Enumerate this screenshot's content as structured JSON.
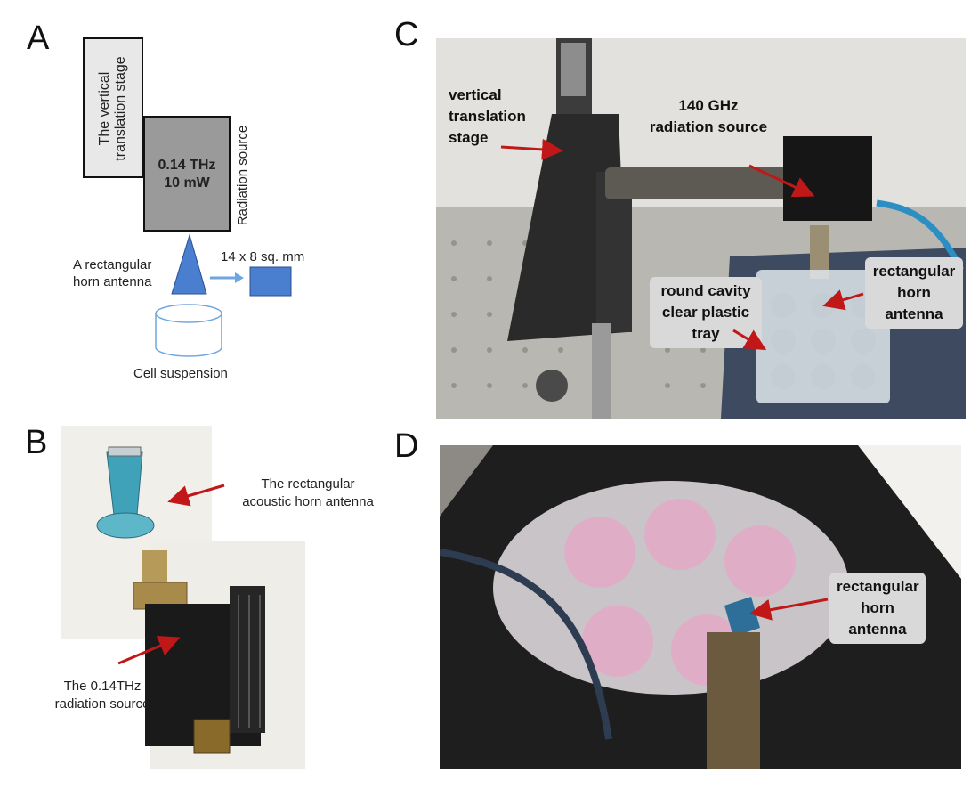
{
  "panels": {
    "a": {
      "letter": "A",
      "stage_label_line1": "The vertical",
      "stage_label_line2": "translation stage",
      "source_value_line1": "0.14 THz",
      "source_value_line2": "10 mW",
      "source_side_label": "Radiation source",
      "horn_label_line1": "A rectangular",
      "horn_label_line2": "horn antenna",
      "aperture_label": "14 x 8 sq. mm",
      "cell_label": "Cell suspension",
      "colors": {
        "horn_blue": "#4a7fd0",
        "cylinder_stroke": "#6fa5e0",
        "stage_fill": "#e8e8e8",
        "source_fill": "#9a9a9a"
      }
    },
    "b": {
      "letter": "B",
      "horn_callout_line1": "The rectangular",
      "horn_callout_line2": "acoustic horn antenna",
      "source_callout_line1": "The 0.14THz",
      "source_callout_line2": "radiation source"
    },
    "c": {
      "letter": "C",
      "stage_line1": "vertical",
      "stage_line2": "translation",
      "stage_line3": "stage",
      "source_line1": "140 GHz",
      "source_line2": "radiation source",
      "horn_line1": "rectangular",
      "horn_line2": "horn",
      "horn_line3": "antenna",
      "tray_line1": "round cavity",
      "tray_line2": "clear plastic",
      "tray_line3": "tray"
    },
    "d": {
      "letter": "D",
      "horn_line1": "rectangular",
      "horn_line2": "horn",
      "horn_line3": "antenna"
    }
  },
  "arrow_color": "#c01818"
}
